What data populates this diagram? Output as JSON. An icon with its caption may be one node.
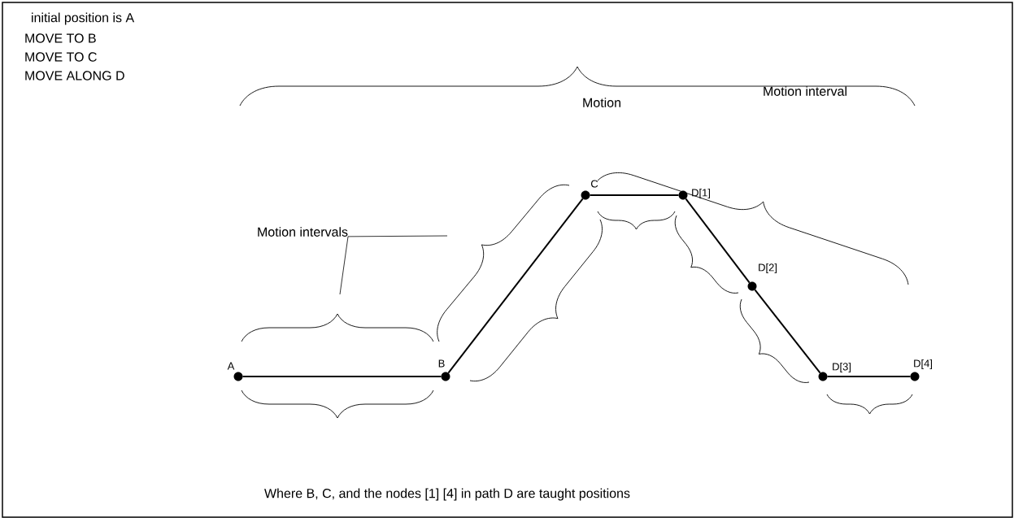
{
  "diagram": {
    "nodes": [
      {
        "text": [],
        "shape": "circle",
        "beside": [
          "A"
        ]
      },
      {
        "text": [],
        "shape": "circle",
        "beside": [
          "B"
        ]
      },
      {
        "text": [],
        "shape": "circle",
        "beside": [
          "C"
        ]
      },
      {
        "text": [],
        "shape": "circle",
        "beside": [
          "D[1]"
        ]
      },
      {
        "text": [],
        "shape": "circle",
        "beside": [
          "D[2]"
        ]
      },
      {
        "text": [],
        "shape": "circle",
        "beside": [
          "D[3]"
        ]
      },
      {
        "text": [],
        "shape": "circle",
        "beside": [
          "D[4]"
        ]
      },
      {
        "text": [
          "Motion intervals"
        ]
      }
    ],
    "edges": [
      {
        "from": 0,
        "to": 1,
        "arrow": "none"
      },
      {
        "from": 1,
        "to": 2,
        "arrow": "none"
      },
      {
        "from": 2,
        "to": 3,
        "arrow": "none"
      },
      {
        "from": 3,
        "to": 4,
        "arrow": "none"
      },
      {
        "from": 4,
        "to": 5,
        "arrow": "none"
      },
      {
        "from": 5,
        "to": 6,
        "arrow": "none"
      },
      {
        "from": 7,
        "to": null,
        "arrow": "none"
      },
      {
        "from": 7,
        "to": null,
        "arrow": "none"
      }
    ],
    "labels": [
      "initial position is A",
      "MOVE TO B",
      "MOVE TO C",
      "MOVE ALONG D",
      "Motion",
      "Motion interval",
      "Where B, C, and the nodes [1] [4] in path D are taught positions"
    ]
  }
}
